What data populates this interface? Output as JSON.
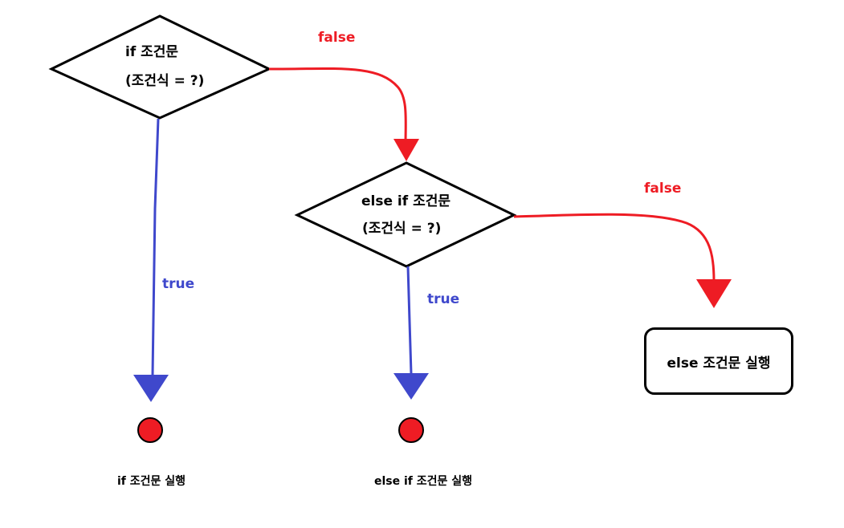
{
  "decision_if": {
    "line1": "if 조건문",
    "line2": "(조건식 = ?)"
  },
  "decision_else_if": {
    "line1": "else if 조건문",
    "line2": "(조건식 = ?)"
  },
  "edges": {
    "if_false": "false",
    "if_true": "true",
    "else_if_false": "false",
    "else_if_true": "true"
  },
  "results": {
    "if_exec": "if 조건문 실행",
    "else_if_exec": "else if 조건문 실행",
    "else_exec": "else 조건문 실행"
  },
  "colors": {
    "true_edge": "#3f48cc",
    "false_edge": "#ee1c24",
    "terminal": "#ee1c24",
    "outline": "#000000"
  }
}
